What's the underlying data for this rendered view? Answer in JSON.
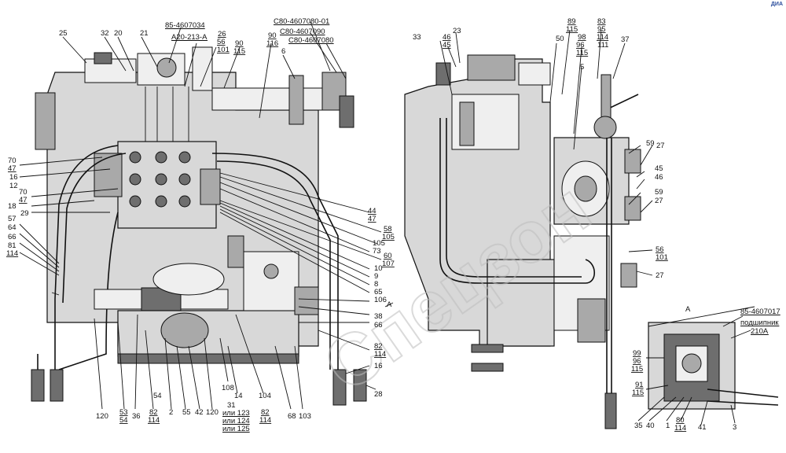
{
  "logo_text": "ДИА",
  "watermark": "Спецзон",
  "callouts": [
    {
      "id": "c25",
      "text": "25"
    },
    {
      "id": "c32",
      "text": "32"
    },
    {
      "id": "c20",
      "text": "20"
    },
    {
      "id": "c21",
      "text": "21"
    },
    {
      "id": "c85_4607034",
      "text": "85-4607034"
    },
    {
      "id": "cA20",
      "text": "А20-213-А"
    },
    {
      "id": "c26",
      "text": "26"
    },
    {
      "id": "c56a",
      "text": "56"
    },
    {
      "id": "c101a",
      "text": "101"
    },
    {
      "id": "c90a",
      "text": "90"
    },
    {
      "id": "c115a",
      "text": "115"
    },
    {
      "id": "c90b",
      "text": "90"
    },
    {
      "id": "c116",
      "text": "116"
    },
    {
      "id": "c6",
      "text": "6"
    },
    {
      "id": "cC80_01",
      "text": "С80-4607080-01"
    },
    {
      "id": "cC80_090",
      "text": "С80-4607090"
    },
    {
      "id": "cC80_080",
      "text": "С80-4607080"
    },
    {
      "id": "c33",
      "text": "33"
    },
    {
      "id": "c46a",
      "text": "46"
    },
    {
      "id": "c45a",
      "text": "45"
    },
    {
      "id": "c23",
      "text": "23"
    },
    {
      "id": "c89",
      "text": "89"
    },
    {
      "id": "c115b",
      "text": "115"
    },
    {
      "id": "c50",
      "text": "50"
    },
    {
      "id": "c98",
      "text": "98"
    },
    {
      "id": "c96a",
      "text": "96"
    },
    {
      "id": "c115c",
      "text": "115"
    },
    {
      "id": "c83",
      "text": "83"
    },
    {
      "id": "c95",
      "text": "95"
    },
    {
      "id": "c114a",
      "text": "114"
    },
    {
      "id": "c111",
      "text": "111"
    },
    {
      "id": "c37",
      "text": "37"
    },
    {
      "id": "c5",
      "text": "5"
    },
    {
      "id": "c70a",
      "text": "70"
    },
    {
      "id": "c47a",
      "text": "47"
    },
    {
      "id": "c16a",
      "text": "16"
    },
    {
      "id": "c12",
      "text": "12"
    },
    {
      "id": "c70b",
      "text": "70"
    },
    {
      "id": "c47b",
      "text": "47"
    },
    {
      "id": "c18",
      "text": "18"
    },
    {
      "id": "c29",
      "text": "29"
    },
    {
      "id": "c57",
      "text": "57"
    },
    {
      "id": "c64",
      "text": "64"
    },
    {
      "id": "c66a",
      "text": "66"
    },
    {
      "id": "c81",
      "text": "81"
    },
    {
      "id": "c114b",
      "text": "114"
    },
    {
      "id": "c44",
      "text": "44"
    },
    {
      "id": "c47c",
      "text": "47"
    },
    {
      "id": "c58",
      "text": "58"
    },
    {
      "id": "c105a",
      "text": "105"
    },
    {
      "id": "c105b",
      "text": "105"
    },
    {
      "id": "c73",
      "text": "73"
    },
    {
      "id": "c60",
      "text": "60"
    },
    {
      "id": "c107",
      "text": "107"
    },
    {
      "id": "c10",
      "text": "10"
    },
    {
      "id": "c9",
      "text": "9"
    },
    {
      "id": "c8",
      "text": "8"
    },
    {
      "id": "c65",
      "text": "65"
    },
    {
      "id": "c106",
      "text": "106"
    },
    {
      "id": "cA1",
      "text": "А"
    },
    {
      "id": "c38",
      "text": "38"
    },
    {
      "id": "c66b",
      "text": "66"
    },
    {
      "id": "c82a",
      "text": "82"
    },
    {
      "id": "c114c",
      "text": "114"
    },
    {
      "id": "c16b",
      "text": "16"
    },
    {
      "id": "c28",
      "text": "28"
    },
    {
      "id": "c59a",
      "text": "59"
    },
    {
      "id": "c27a",
      "text": "27"
    },
    {
      "id": "c45b",
      "text": "45"
    },
    {
      "id": "c46b",
      "text": "46"
    },
    {
      "id": "c59b",
      "text": "59"
    },
    {
      "id": "c27b",
      "text": "27"
    },
    {
      "id": "c56b",
      "text": "56"
    },
    {
      "id": "c101b",
      "text": "101"
    },
    {
      "id": "c27c",
      "text": "27"
    },
    {
      "id": "cA2",
      "text": "А"
    },
    {
      "id": "c85_4607017",
      "text": "85-4607017"
    },
    {
      "id": "cpod",
      "text": "подшипник"
    },
    {
      "id": "c210A",
      "text": "210А"
    },
    {
      "id": "c99",
      "text": "99"
    },
    {
      "id": "c96b",
      "text": "96"
    },
    {
      "id": "c115d",
      "text": "115"
    },
    {
      "id": "c91",
      "text": "91"
    },
    {
      "id": "c115e",
      "text": "115"
    },
    {
      "id": "c35",
      "text": "35"
    },
    {
      "id": "c40",
      "text": "40"
    },
    {
      "id": "c1",
      "text": "1"
    },
    {
      "id": "c80",
      "text": "80"
    },
    {
      "id": "c114d",
      "text": "114"
    },
    {
      "id": "c41",
      "text": "41"
    },
    {
      "id": "c3",
      "text": "3"
    },
    {
      "id": "c120a",
      "text": "120"
    },
    {
      "id": "c53",
      "text": "53"
    },
    {
      "id": "c54a",
      "text": "54"
    },
    {
      "id": "c36",
      "text": "36"
    },
    {
      "id": "c82b",
      "text": "82"
    },
    {
      "id": "c114e",
      "text": "114"
    },
    {
      "id": "c54b",
      "text": "54"
    },
    {
      "id": "c2",
      "text": "2"
    },
    {
      "id": "c55",
      "text": "55"
    },
    {
      "id": "c42",
      "text": "42"
    },
    {
      "id": "c120b",
      "text": "120"
    },
    {
      "id": "c108",
      "text": "108"
    },
    {
      "id": "c14",
      "text": "14"
    },
    {
      "id": "c31",
      "text": "31"
    },
    {
      "id": "cili123",
      "text": "или 123"
    },
    {
      "id": "cili124",
      "text": "или 124"
    },
    {
      "id": "cili125",
      "text": "или 125"
    },
    {
      "id": "c82c",
      "text": "82"
    },
    {
      "id": "c114f",
      "text": "114"
    },
    {
      "id": "c104",
      "text": "104"
    },
    {
      "id": "c68",
      "text": "68"
    },
    {
      "id": "c103",
      "text": "103"
    }
  ]
}
